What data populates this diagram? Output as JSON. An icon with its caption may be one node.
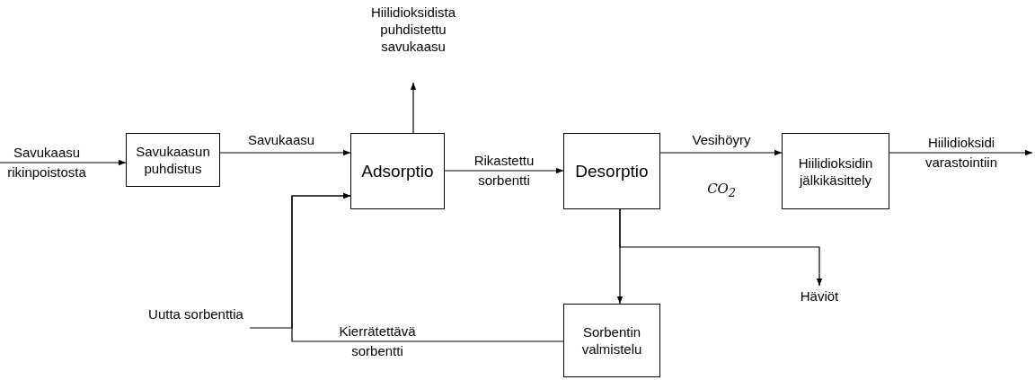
{
  "diagram": {
    "nodes": [
      {
        "text": [
          "Hiilidioksidista puhdistettu savukaasu"
        ]
      },
      {
        "text": [
          "Savukaasun puhdistus"
        ]
      },
      {
        "text": [
          "Adsorptio"
        ]
      },
      {
        "text": [
          "Desorptio"
        ]
      },
      {
        "text": [
          "Hiilidioksidin jälkikäsittely"
        ]
      },
      {
        "text": [
          "Uutta sorbenttia"
        ]
      },
      {
        "text": [
          "Häviöt"
        ]
      },
      {
        "text": [
          "Sorbentin valmistelu"
        ]
      }
    ],
    "edges": [
      {
        "from": null,
        "to": 1,
        "arrow": "to",
        "label": "Savukaasu rikinpoistosta"
      },
      {
        "from": 1,
        "to": 2,
        "arrow": "to",
        "label": "Savukaasu"
      },
      {
        "from": 2,
        "to": 0,
        "arrow": "to"
      },
      {
        "from": 2,
        "to": 3,
        "arrow": "to",
        "label": "Rikastettu sorbentti"
      },
      {
        "from": 3,
        "to": 4,
        "arrow": "to",
        "label": "Vesihöyry"
      },
      {
        "from": 4,
        "to": null,
        "arrow": "to",
        "label": "Hiilidioksidi varastointiin"
      },
      {
        "from": 3,
        "to": 7,
        "arrow": "to"
      },
      {
        "from": 3,
        "to": 6,
        "arrow": "to"
      },
      {
        "from": 5,
        "to": 2,
        "arrow": "to"
      },
      {
        "from": 7,
        "to": 2,
        "arrow": "to",
        "label": "Kierrätettävä sorbentti"
      }
    ],
    "labels": [
      "CO$_{2}$"
    ]
  }
}
